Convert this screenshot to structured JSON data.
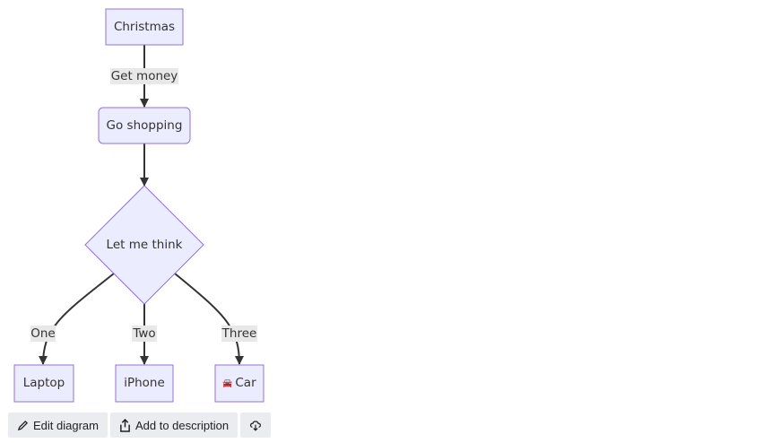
{
  "diagram": {
    "nodes": {
      "christmas": "Christmas",
      "shopping": "Go shopping",
      "think": "Let me think",
      "laptop": "Laptop",
      "iphone": "iPhone",
      "car": "Car"
    },
    "car_icon": "🚘",
    "edges": {
      "get_money": "Get money",
      "one": "One",
      "two": "Two",
      "three": "Three"
    }
  },
  "toolbar": {
    "edit": "Edit diagram",
    "add": "Add to description"
  },
  "colors": {
    "node_fill": "#ECECFF",
    "node_stroke": "#9370DB",
    "edge": "#333333"
  }
}
